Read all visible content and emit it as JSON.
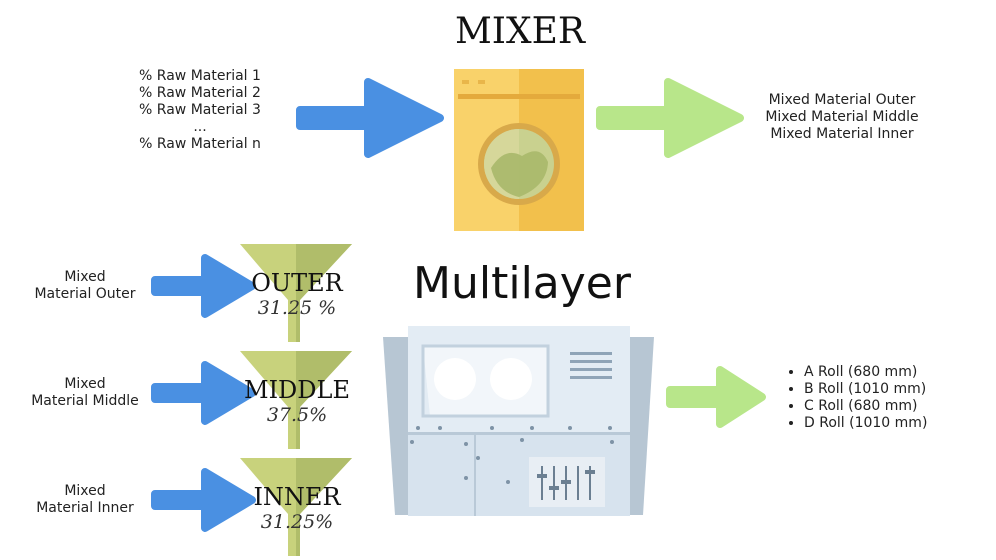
{
  "mixer": {
    "title": "MIXER",
    "inputs": [
      "% Raw Material 1",
      "% Raw Material 2",
      "% Raw Material 3",
      "...",
      "% Raw Material n"
    ],
    "outputs": [
      "Mixed Material Outer",
      "Mixed Material Middle",
      "Mixed Material Inner"
    ]
  },
  "multilayer": {
    "title": "Multilayer",
    "layers": [
      {
        "input_line1": "Mixed",
        "input_line2": "Material Outer",
        "name": "OUTER",
        "percent": "31.25 %"
      },
      {
        "input_line1": "Mixed",
        "input_line2": "Material Middle",
        "name": "MIDDLE",
        "percent": "37.5%"
      },
      {
        "input_line1": "Mixed",
        "input_line2": "Material Inner",
        "name": "INNER",
        "percent": "31.25%"
      }
    ],
    "rolls": [
      "A Roll (680 mm)",
      "B Roll (1010 mm)",
      "C Roll (680 mm)",
      "D Roll (1010 mm)"
    ]
  },
  "colors": {
    "arrow_blue": "#4a90e2",
    "arrow_green": "#b8e68a",
    "mixer_body": "#f9c74f",
    "funnel": "#c3cf7a",
    "machine": "#d4e1ec"
  }
}
